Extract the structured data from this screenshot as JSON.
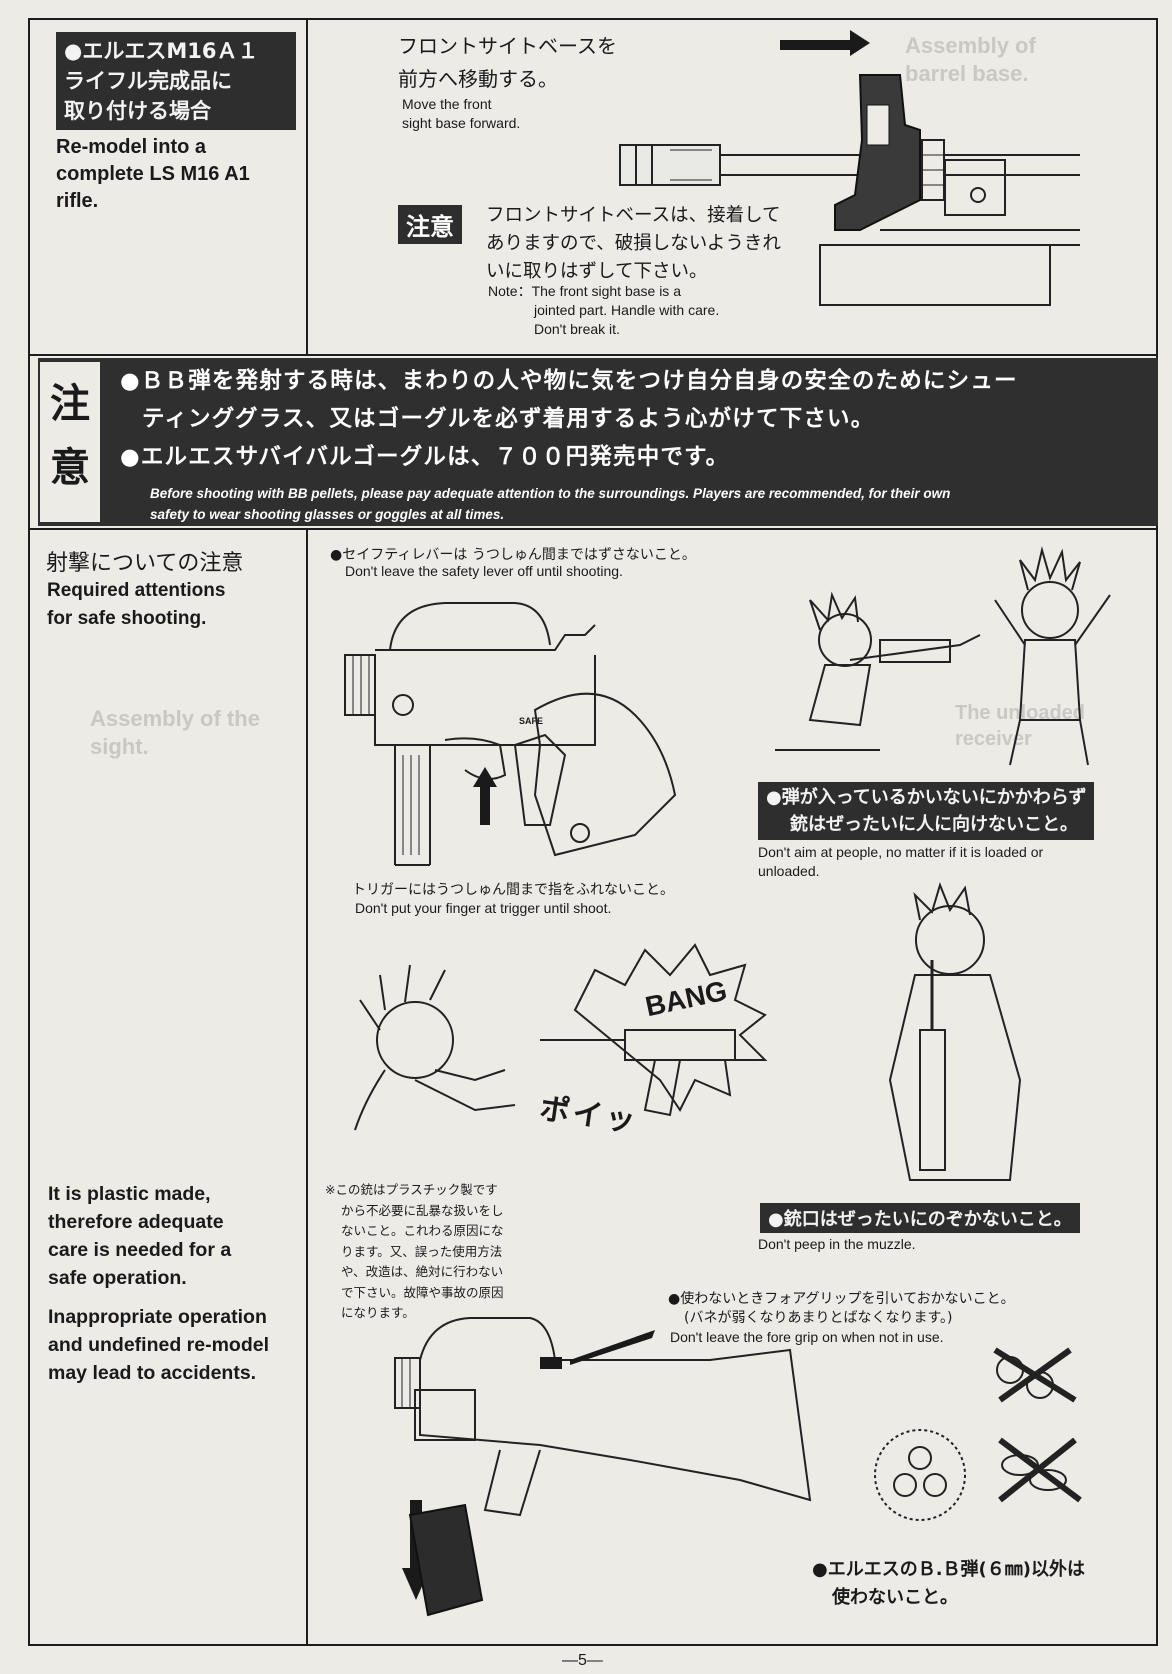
{
  "page_number": "—5—",
  "header_panel": {
    "jp_heading": [
      "●エルエスM16Ａ１",
      "ライフル完成品に",
      "取り付ける場合"
    ],
    "en_heading": [
      "Re-model into a",
      "complete LS M16 A1",
      "rifle."
    ],
    "step_jp": [
      "フロントサイトベースを",
      "前方へ移動する。"
    ],
    "step_en": [
      "Move the front",
      "sight base forward."
    ],
    "caution_label": "注意",
    "caution_jp": [
      "フロントサイトベースは、接着して",
      "ありますので、破損しないようきれ",
      "いに取りはずして下さい。"
    ],
    "caution_en": [
      "Note：The front sight base is a",
      "jointed part. Handle with care.",
      "Don't break it."
    ]
  },
  "warning_banner": {
    "side_label": [
      "注",
      "意"
    ],
    "jp_lines": [
      "●ＢＢ弾を発射する時は、まわりの人や物に気をつけ自分自身の安全のためにシュー",
      "ティンググラス、又はゴーグルを必ず着用するよう心がけて下さい。",
      "●エルエスサバイバルゴーグルは、７００円発売中です。"
    ],
    "en_lines": [
      "Before shooting with BB pellets, please pay adequate attention to the surroundings. Players are recommended, for their own",
      "safety to wear shooting glasses or goggles  at all times."
    ]
  },
  "left_column": {
    "title_jp": "射撃についての注意",
    "title_en": [
      "Required attentions",
      "for safe shooting."
    ],
    "note1": [
      "It is plastic made,",
      "therefore adequate",
      "care is needed for a",
      "safe operation."
    ],
    "note2": [
      "Inappropriate operation",
      "and undefined re-model",
      "may lead to accidents."
    ]
  },
  "instructions": {
    "safety_jp": "●セイフティレバーは うつしゅん間まではずさないこと。",
    "safety_en": "Don't leave the safety lever off until shooting.",
    "safe_marking": "SAFE",
    "trigger_jp": "トリガーにはうつしゅん間まで指をふれないこと。",
    "trigger_en": "Don't put your finger at trigger until shoot.",
    "aim_jp": [
      "●弾が入っているかいないにかかわらず",
      "銃はぜったいに人に向けないこと。"
    ],
    "aim_en": [
      "Don't aim at people, no matter  if  it is loaded or",
      "unloaded."
    ],
    "bang": "BANG",
    "poi": "ポイッ",
    "plastic_jp": [
      "※この銃はプラスチック製です",
      "から不必要に乱暴な扱いをし",
      "ないこと。これわる原因にな",
      "ります。又、誤った使用方法",
      "や、改造は、絶対に行わない",
      "で下さい。故障や事故の原因",
      "になります。"
    ],
    "muzzle_jp": "●銃口はぜったいにのぞかないこと。",
    "muzzle_en": "Don't peep in the muzzle.",
    "foregrip_jp": [
      "●使わないときフォアグリップを引いておかないこと。",
      "(バネが弱くなりあまりとばなくなります。)"
    ],
    "foregrip_en": "Don't leave the fore grip on when not in use.",
    "bb_jp": [
      "●エルエスのＢ.Ｂ弾(６㎜)以外は",
      "使わないこと。"
    ]
  }
}
